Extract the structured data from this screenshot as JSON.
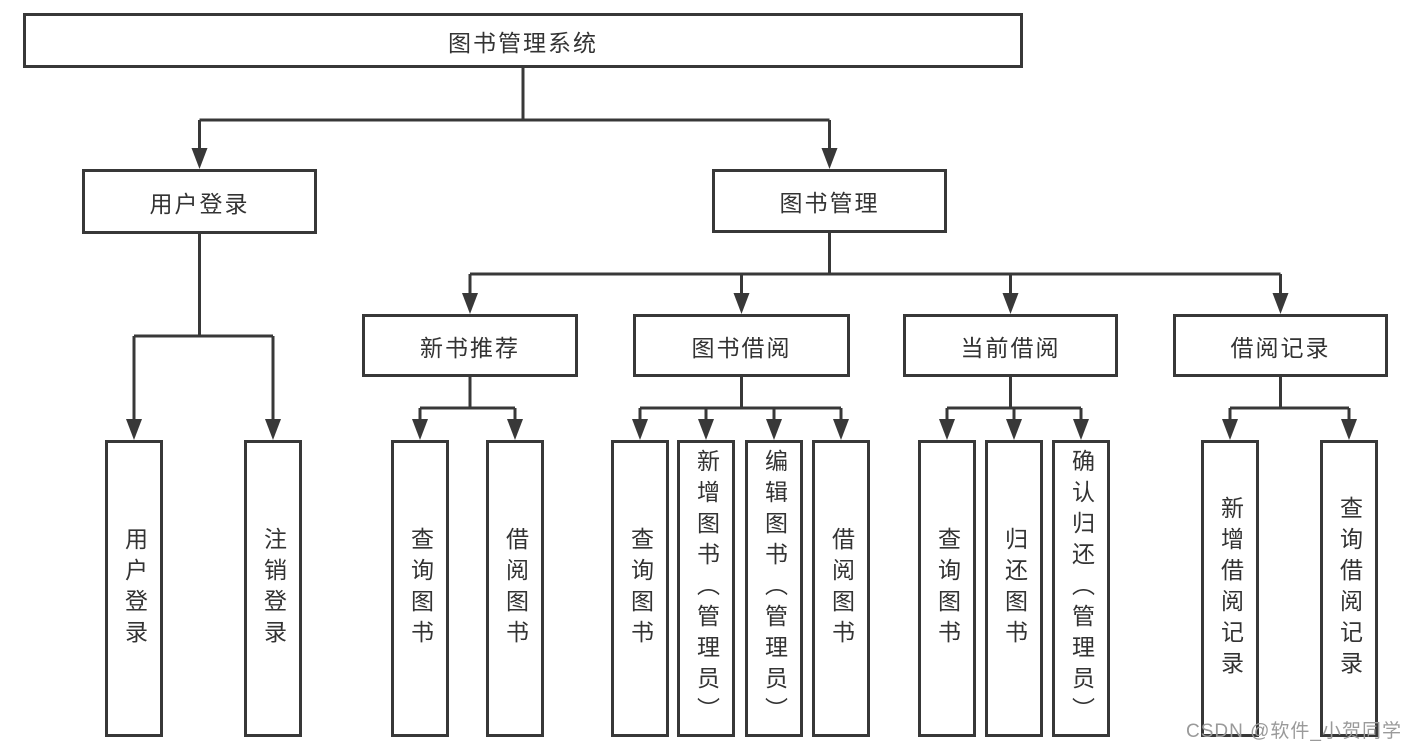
{
  "colors": {
    "line": "#383838",
    "text": "#333333",
    "bg": "#ffffff",
    "watermark": "#9a9a9a"
  },
  "watermark": {
    "text": "CSDN @软件_小贺同学"
  },
  "diagram": {
    "root": {
      "label": "图书管理系统",
      "children": [
        {
          "label": "用户登录",
          "children": [
            {
              "label": "用户登录"
            },
            {
              "label": "注销登录"
            }
          ]
        },
        {
          "label": "图书管理",
          "children": [
            {
              "label": "新书推荐",
              "children": [
                {
                  "label": "查询图书"
                },
                {
                  "label": "借阅图书"
                }
              ]
            },
            {
              "label": "图书借阅",
              "children": [
                {
                  "label": "查询图书"
                },
                {
                  "label": "新增图书（管理员）"
                },
                {
                  "label": "编辑图书（管理员）"
                },
                {
                  "label": "借阅图书"
                }
              ]
            },
            {
              "label": "当前借阅",
              "children": [
                {
                  "label": "查询图书"
                },
                {
                  "label": "归还图书"
                },
                {
                  "label": "确认归还（管理员）"
                }
              ]
            },
            {
              "label": "借阅记录",
              "children": [
                {
                  "label": "新增借阅记录"
                },
                {
                  "label": "查询借阅记录"
                }
              ]
            }
          ]
        }
      ]
    }
  }
}
